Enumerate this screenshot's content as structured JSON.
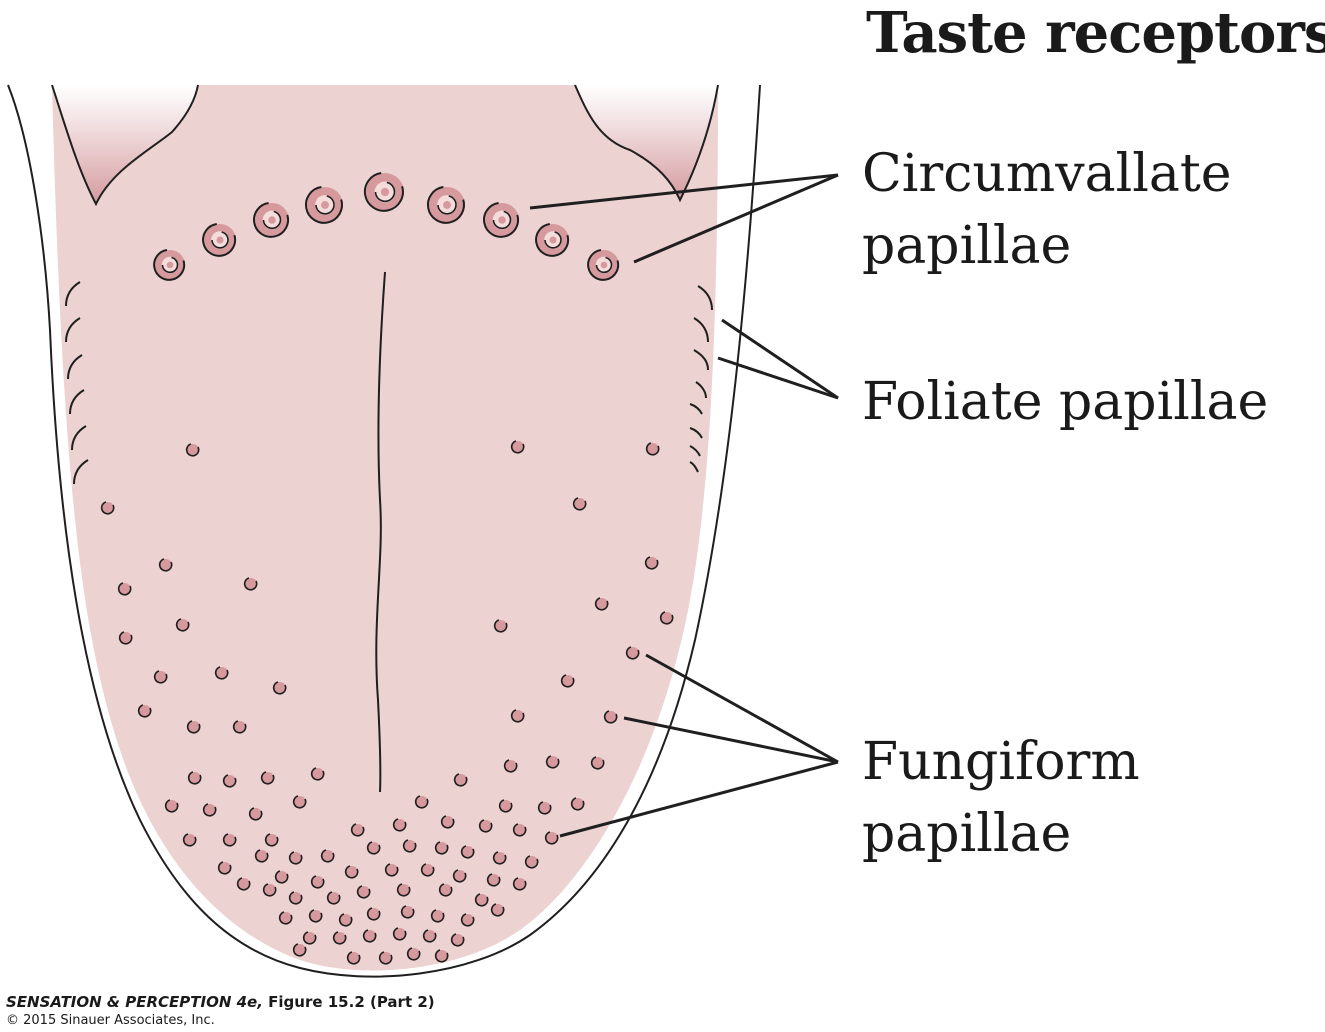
{
  "title": "Taste receptors:",
  "labels": {
    "circumvallate": [
      "Circumvallate",
      "papillae"
    ],
    "foliate": [
      "Foliate papillae"
    ],
    "fungiform": [
      "Fungiform",
      "papillae"
    ]
  },
  "credit": {
    "book": "SENSATION & PERCEPTION 4e,",
    "figure": " Figure 15.2 (Part 2)",
    "copyright": "© 2015 Sinauer Associates, Inc."
  },
  "colors": {
    "tongue_fill": "#ecd2d0",
    "throat_shade": "#d49a9e",
    "papilla_fill": "#d69a9e",
    "outline": "#1f1f1f"
  }
}
